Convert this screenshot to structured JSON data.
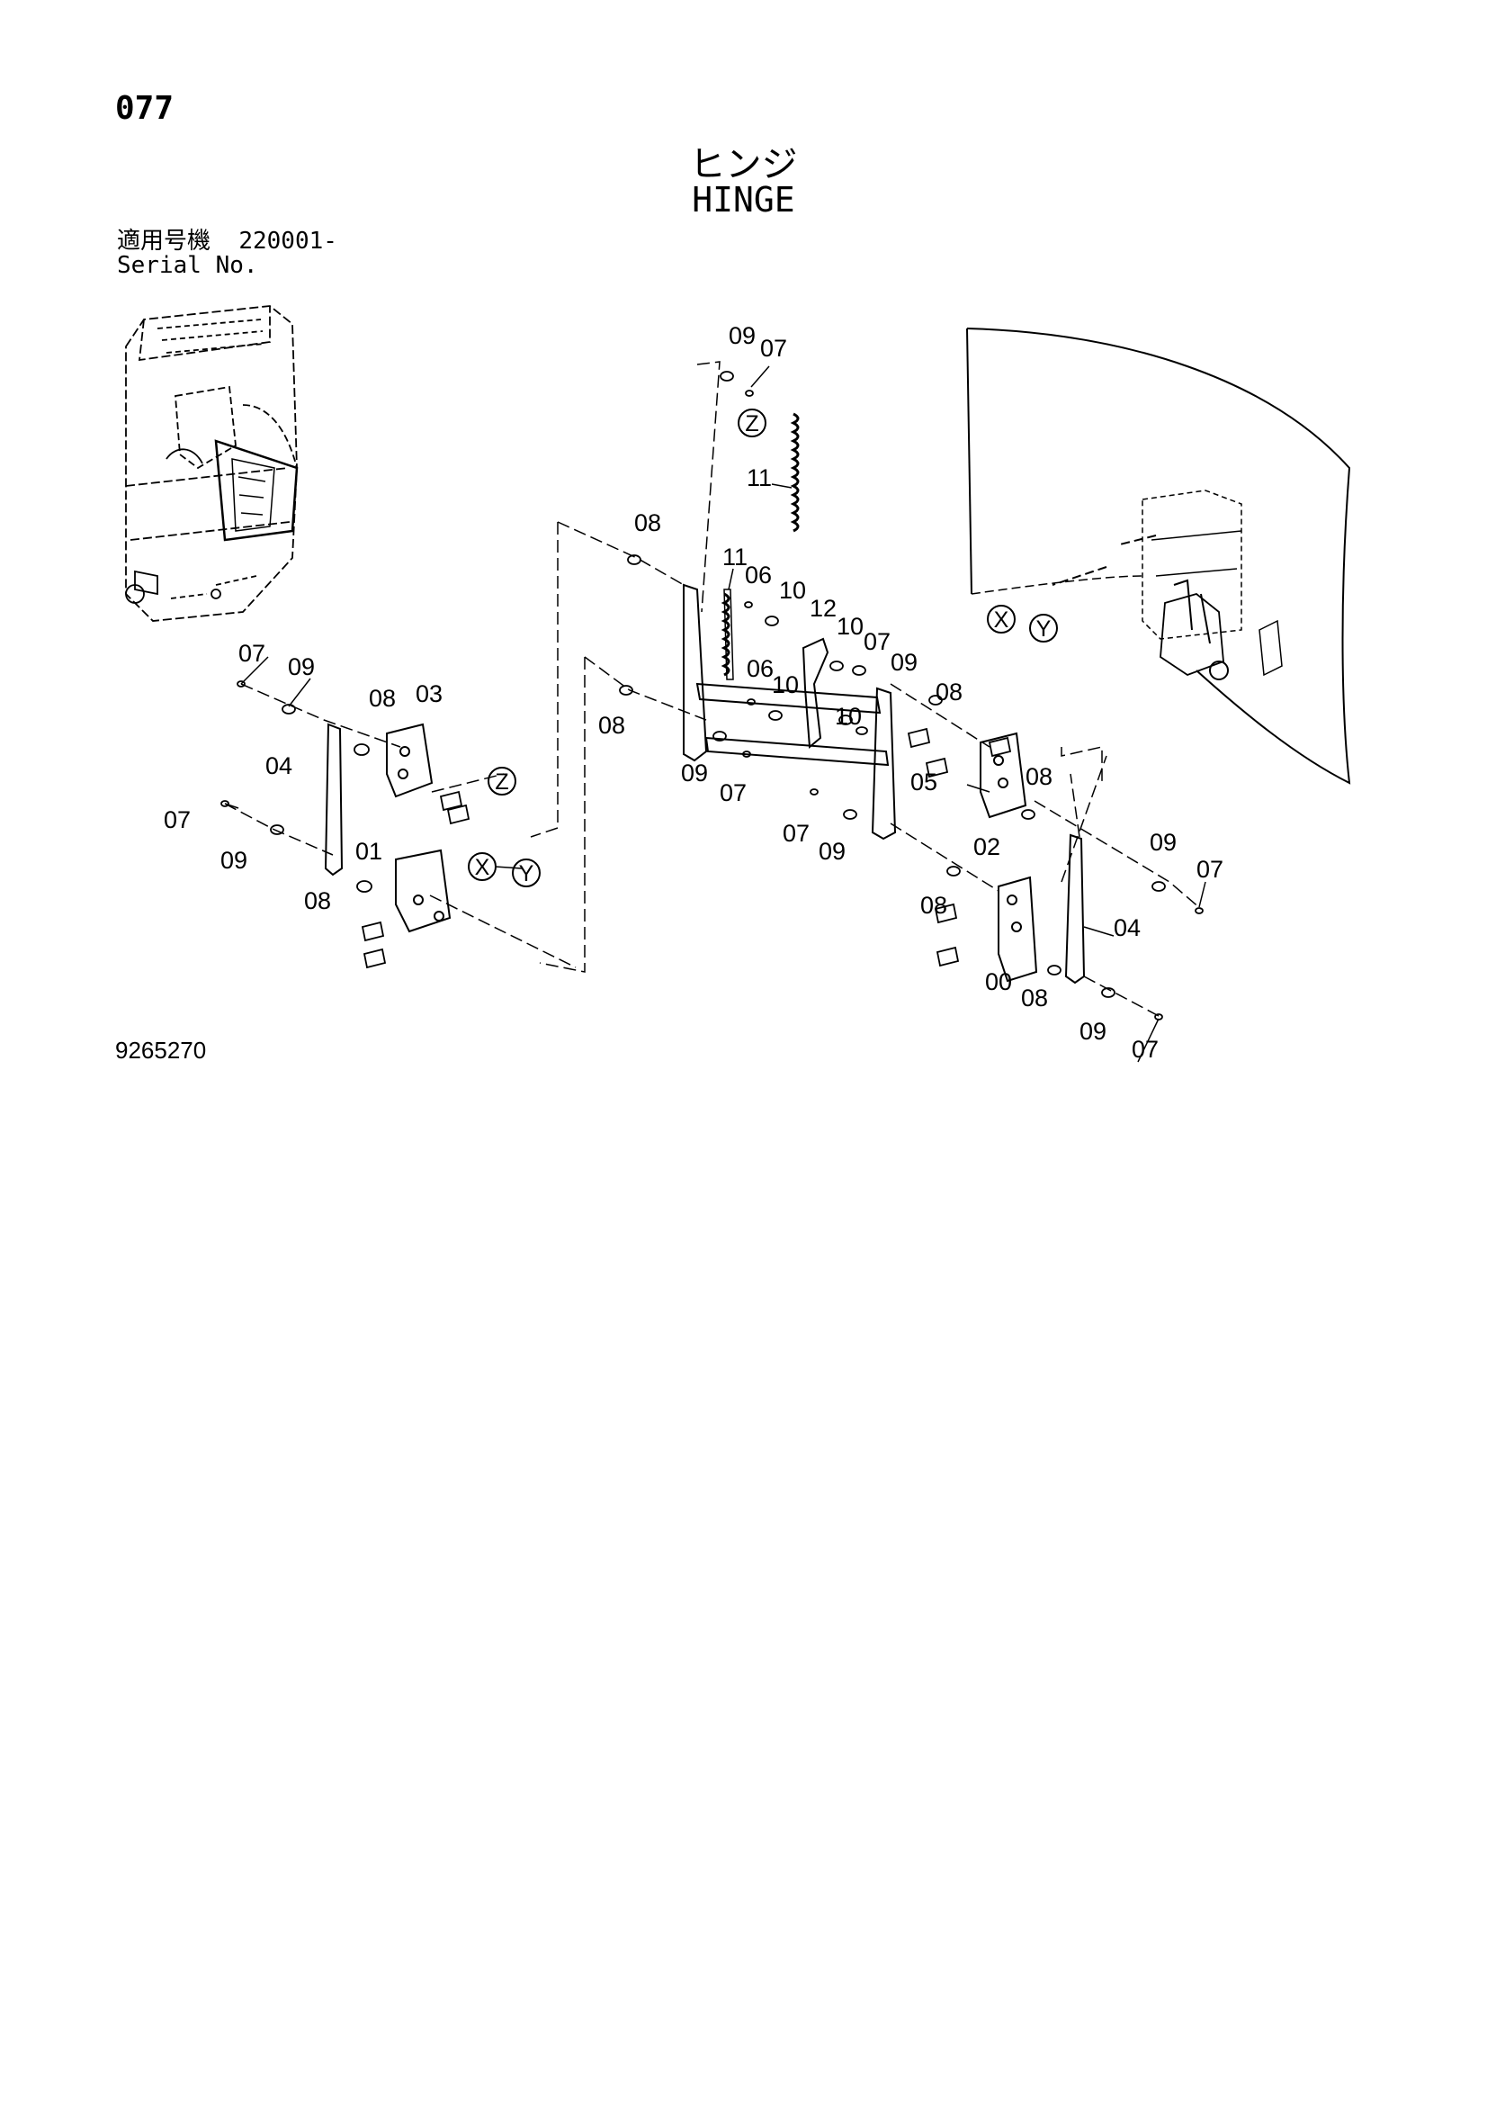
{
  "header": {
    "page_number": "077",
    "title_jp": "ヒンジ",
    "title_en": "HINGE",
    "serial_label_jp": "適用号機",
    "serial_value": "220001-",
    "serial_label_en": "Serial No."
  },
  "footer": {
    "drawing_number": "9265270"
  },
  "callouts": [
    {
      "id": "c1",
      "label": "09"
    },
    {
      "id": "c2",
      "label": "07"
    },
    {
      "id": "c3",
      "label": "11"
    },
    {
      "id": "c4",
      "label": "08"
    },
    {
      "id": "c5",
      "label": "11"
    },
    {
      "id": "c6",
      "label": "06"
    },
    {
      "id": "c7",
      "label": "10"
    },
    {
      "id": "c8",
      "label": "12"
    },
    {
      "id": "c9",
      "label": "10"
    },
    {
      "id": "c10",
      "label": "07"
    },
    {
      "id": "c11",
      "label": "09"
    },
    {
      "id": "c12",
      "label": "06"
    },
    {
      "id": "c13",
      "label": "10"
    },
    {
      "id": "c14",
      "label": "10"
    },
    {
      "id": "c15",
      "label": "08"
    },
    {
      "id": "c16",
      "label": "08"
    },
    {
      "id": "c17",
      "label": "09"
    },
    {
      "id": "c18",
      "label": "07"
    },
    {
      "id": "c19",
      "label": "05"
    },
    {
      "id": "c20",
      "label": "07"
    },
    {
      "id": "c21",
      "label": "09"
    },
    {
      "id": "c22",
      "label": "08"
    },
    {
      "id": "c23",
      "label": "02"
    },
    {
      "id": "c24",
      "label": "07"
    },
    {
      "id": "c25",
      "label": "09"
    },
    {
      "id": "c26",
      "label": "08"
    },
    {
      "id": "c27",
      "label": "03"
    },
    {
      "id": "c28",
      "label": "04"
    },
    {
      "id": "c29",
      "label": "07"
    },
    {
      "id": "c30",
      "label": "09"
    },
    {
      "id": "c31",
      "label": "01"
    },
    {
      "id": "c32",
      "label": "08"
    },
    {
      "id": "c33",
      "label": "09"
    },
    {
      "id": "c34",
      "label": "07"
    },
    {
      "id": "c35",
      "label": "08"
    },
    {
      "id": "c36",
      "label": "04"
    },
    {
      "id": "c37",
      "label": "00"
    },
    {
      "id": "c38",
      "label": "08"
    },
    {
      "id": "c39",
      "label": "09"
    },
    {
      "id": "c40",
      "label": "07"
    }
  ],
  "reference_marks": [
    {
      "id": "r1",
      "label": "Z"
    },
    {
      "id": "r2",
      "label": "Z"
    },
    {
      "id": "r3",
      "label": "X"
    },
    {
      "id": "r4",
      "label": "Y"
    },
    {
      "id": "r5",
      "label": "X"
    },
    {
      "id": "r6",
      "label": "Y"
    }
  ]
}
